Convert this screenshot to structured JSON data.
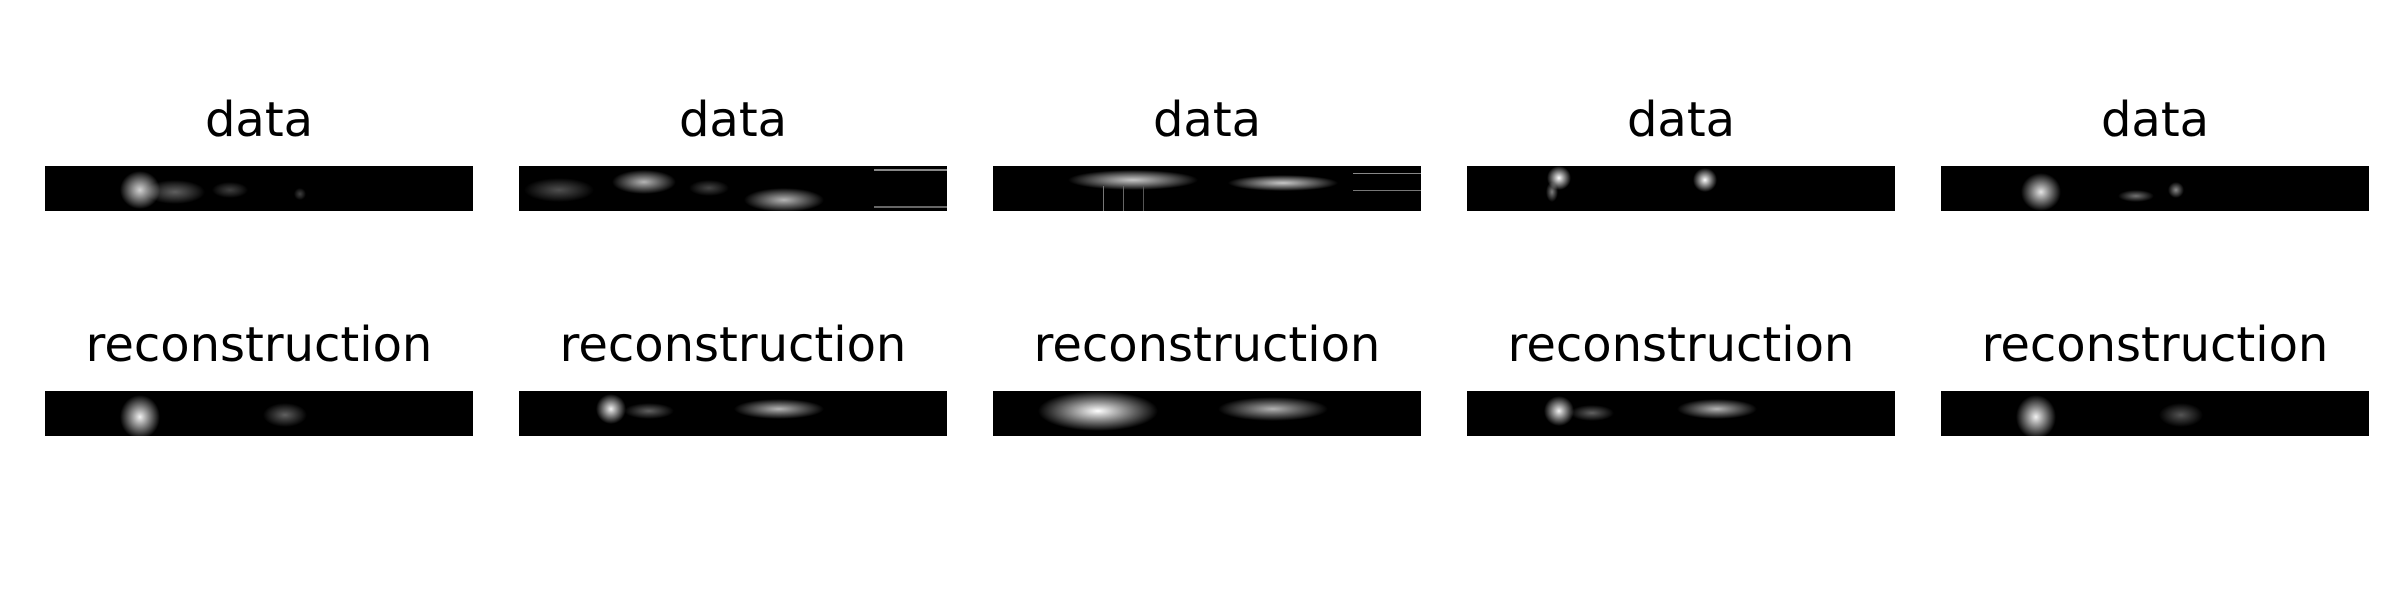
{
  "figure": {
    "rows": [
      {
        "row": "data",
        "panels": [
          {
            "title": "data"
          },
          {
            "title": "data"
          },
          {
            "title": "data"
          },
          {
            "title": "data"
          },
          {
            "title": "data"
          }
        ]
      },
      {
        "row": "reconstruction",
        "panels": [
          {
            "title": "reconstruction"
          },
          {
            "title": "reconstruction"
          },
          {
            "title": "reconstruction"
          },
          {
            "title": "reconstruction"
          },
          {
            "title": "reconstruction"
          }
        ]
      }
    ],
    "image_background_color": "#000000",
    "image_colormap": "grayscale"
  }
}
